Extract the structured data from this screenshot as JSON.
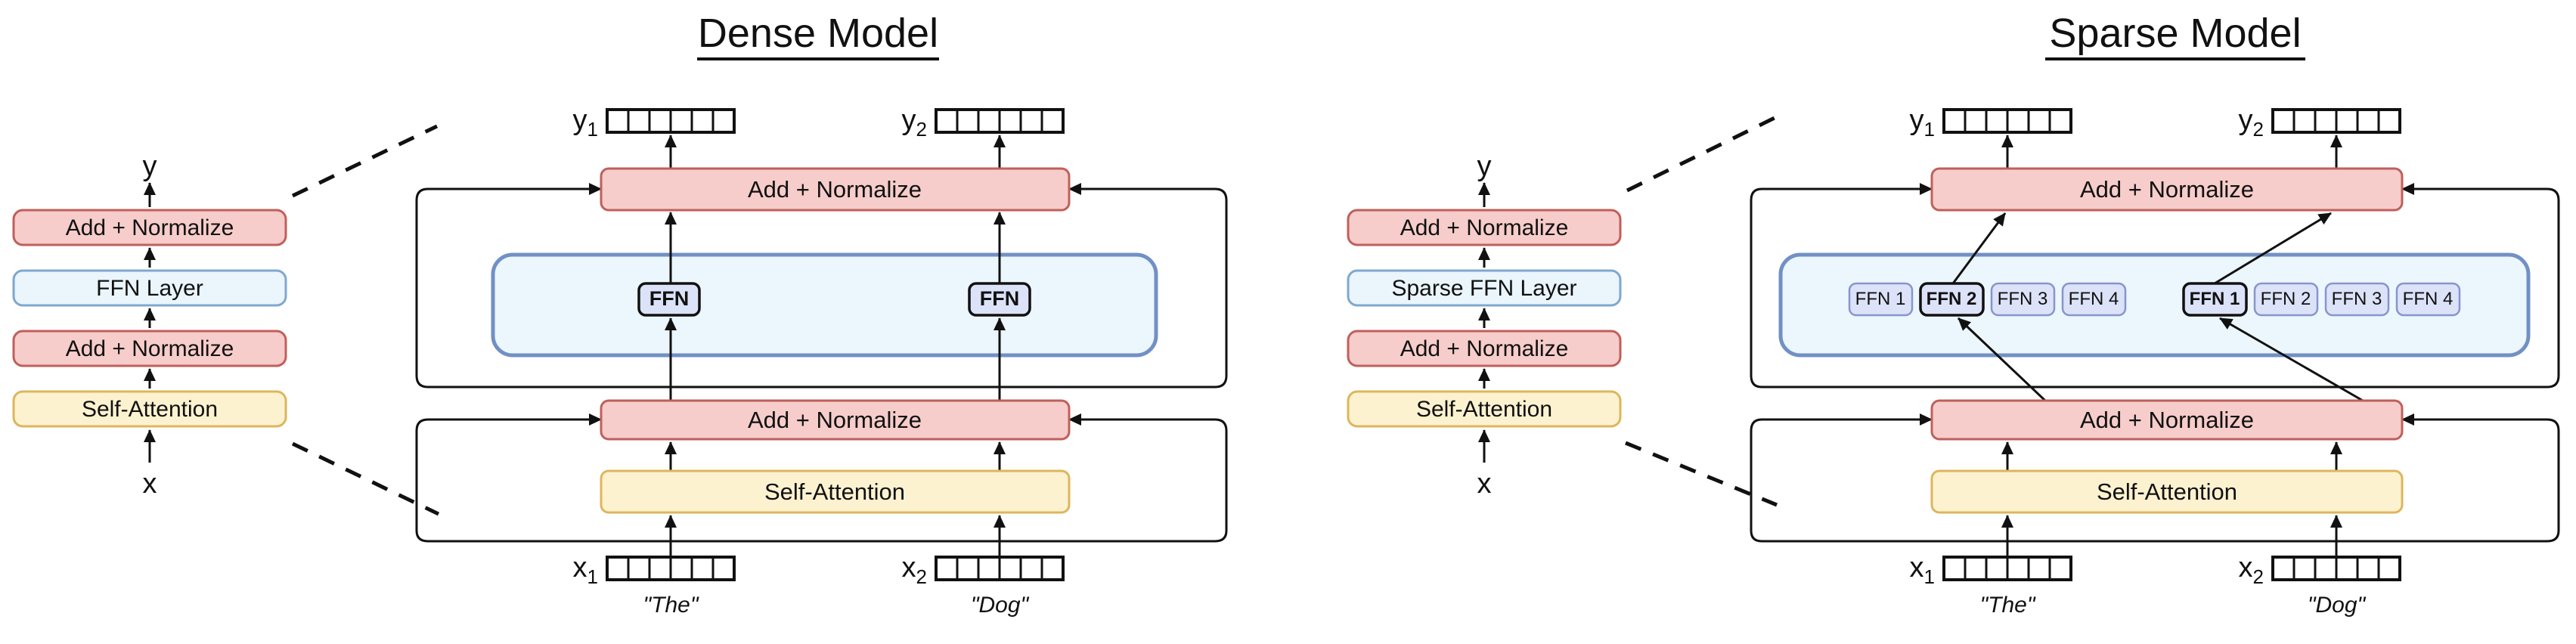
{
  "titles": {
    "dense": "Dense Model",
    "sparse": "Sparse Model"
  },
  "colors": {
    "red-fill": "#f6cdca",
    "red-stroke": "#c05f5b",
    "yellow-fill": "#fdf2d0",
    "yellow-stroke": "#ddb65c",
    "lightblue-fill": "#eaf5fc",
    "lightblue-stroke": "#7fa8cf",
    "container-fill": "#ecf6fd",
    "container-stroke": "#7190c5",
    "chip-fill": "#dce3f9",
    "chip-stroke": "#8795cc",
    "line": "#111111",
    "text": "#111111"
  },
  "dense_stack": {
    "output_label": "y",
    "input_label": "x",
    "layers": [
      "Add + Normalize",
      "FFN Layer",
      "Add + Normalize",
      "Self-Attention"
    ]
  },
  "sparse_stack": {
    "output_label": "y",
    "input_label": "x",
    "layers": [
      "Add + Normalize",
      "Sparse FFN Layer",
      "Add + Normalize",
      "Self-Attention"
    ]
  },
  "dense_panel": {
    "add_normalize_top": "Add + Normalize",
    "add_normalize_bottom": "Add + Normalize",
    "self_attention": "Self-Attention",
    "ffn_boxes": [
      "FFN",
      "FFN"
    ],
    "outputs": [
      {
        "base": "y",
        "sub": "1"
      },
      {
        "base": "y",
        "sub": "2"
      }
    ],
    "inputs": [
      {
        "base": "x",
        "sub": "1"
      },
      {
        "base": "x",
        "sub": "2"
      }
    ],
    "input_words": [
      "\"The\"",
      "\"Dog\""
    ]
  },
  "sparse_panel": {
    "add_normalize_top": "Add + Normalize",
    "add_normalize_bottom": "Add + Normalize",
    "self_attention": "Self-Attention",
    "experts_token1": [
      "FFN 1",
      "FFN 2",
      "FFN 3",
      "FFN 4"
    ],
    "experts_token2": [
      "FFN 1",
      "FFN 2",
      "FFN 3",
      "FFN 4"
    ],
    "selected_expert_token1": "FFN 2",
    "selected_expert_token2": "FFN 1",
    "outputs": [
      {
        "base": "y",
        "sub": "1"
      },
      {
        "base": "y",
        "sub": "2"
      }
    ],
    "inputs": [
      {
        "base": "x",
        "sub": "1"
      },
      {
        "base": "x",
        "sub": "2"
      }
    ],
    "input_words": [
      "\"The\"",
      "\"Dog\""
    ]
  }
}
